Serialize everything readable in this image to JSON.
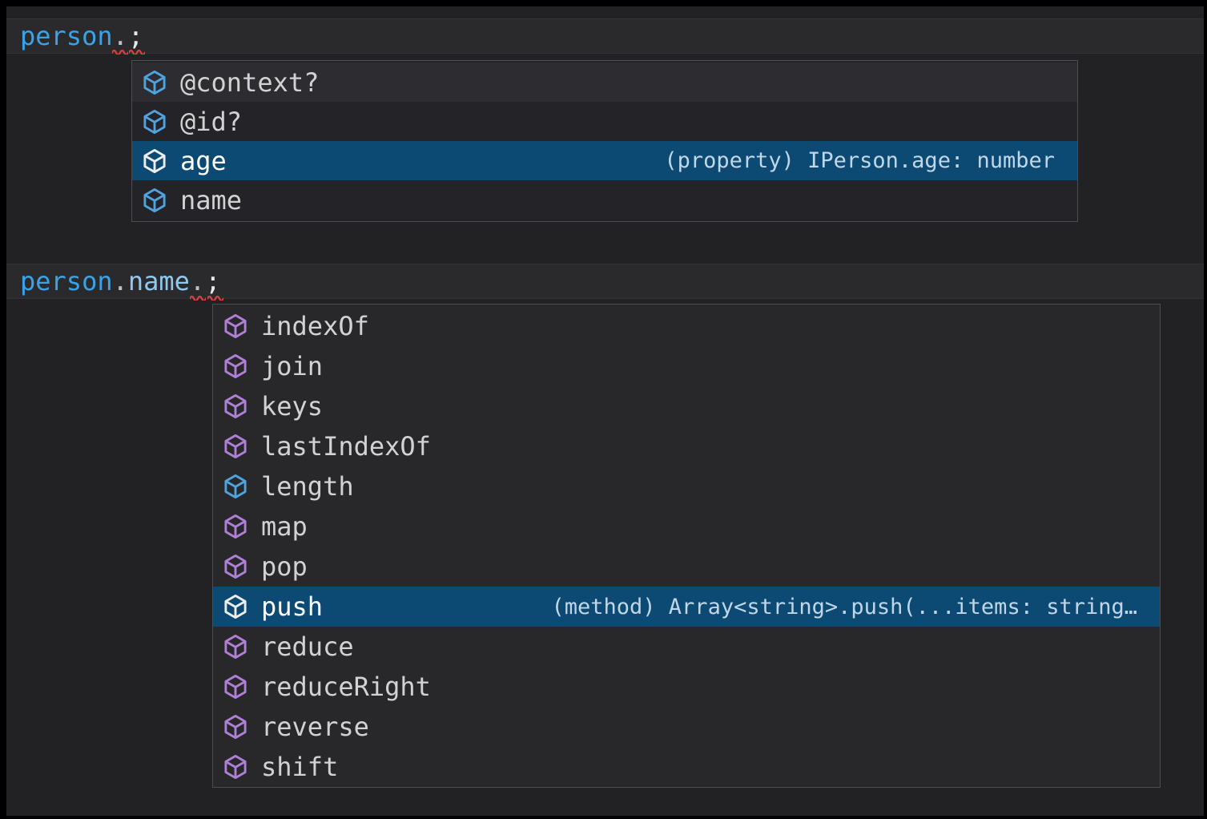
{
  "colors": {
    "frame": "#000000",
    "editor-bg": "#222224",
    "line-bg": "#2A2A2C",
    "line-border": "#323234",
    "popup-bg": "#242428",
    "popup2-bg": "#28282B",
    "popup-border": "#4D4D4F",
    "row-hover-bg": "#2D2D31",
    "selection-bg": "#0D4A73",
    "label": "#D2D2D2",
    "label-selected": "#FFFFFF",
    "detail": "#BFD7E8",
    "icon-property": "#4FA3DF",
    "icon-method": "#B07FD6",
    "icon-selected": "#EDEDED",
    "tok-variable": "#38A3E8",
    "tok-property": "#8FC9F0",
    "tok-punct": "#BEC2C6",
    "tok-semi": "#E9E9E9",
    "error": "#E03E3E"
  },
  "section1": {
    "code": {
      "variable": "person",
      "dot": ".",
      "semicolon": ";"
    },
    "suggest": {
      "items": [
        {
          "label": "@context?",
          "kind": "property",
          "selected": false
        },
        {
          "label": "@id?",
          "kind": "property",
          "selected": false
        },
        {
          "label": "age",
          "kind": "property",
          "selected": true,
          "detail": "(property) IPerson.age: number"
        },
        {
          "label": "name",
          "kind": "property",
          "selected": false
        }
      ]
    }
  },
  "section2": {
    "code": {
      "variable": "person",
      "dot1": ".",
      "property": "name",
      "dot2": ".",
      "semicolon": ";"
    },
    "suggest": {
      "items": [
        {
          "label": "indexOf",
          "kind": "method",
          "selected": false
        },
        {
          "label": "join",
          "kind": "method",
          "selected": false
        },
        {
          "label": "keys",
          "kind": "method",
          "selected": false
        },
        {
          "label": "lastIndexOf",
          "kind": "method",
          "selected": false
        },
        {
          "label": "length",
          "kind": "property",
          "selected": false
        },
        {
          "label": "map",
          "kind": "method",
          "selected": false
        },
        {
          "label": "pop",
          "kind": "method",
          "selected": false
        },
        {
          "label": "push",
          "kind": "method",
          "selected": true,
          "detail": "(method) Array<string>.push(...items: string…"
        },
        {
          "label": "reduce",
          "kind": "method",
          "selected": false
        },
        {
          "label": "reduceRight",
          "kind": "method",
          "selected": false
        },
        {
          "label": "reverse",
          "kind": "method",
          "selected": false
        },
        {
          "label": "shift",
          "kind": "method",
          "selected": false
        }
      ]
    }
  }
}
